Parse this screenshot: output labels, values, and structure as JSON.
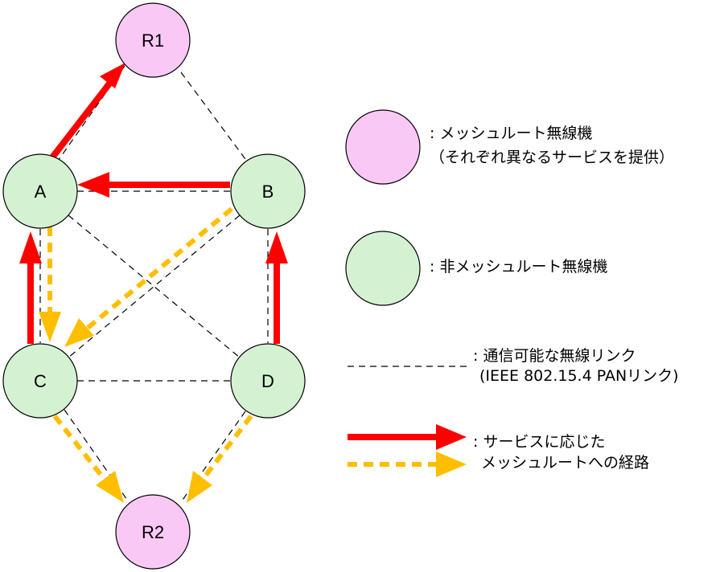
{
  "colors": {
    "root_fill": "#f9c8f5",
    "normal_fill": "#d4f2d2",
    "node_stroke": "#000000",
    "service_route": "#ff0000",
    "alt_route": "#ffbe00",
    "link": "#000000"
  },
  "nodes": {
    "r1": "R1",
    "a": "A",
    "b": "B",
    "c": "C",
    "d": "D",
    "r2": "R2"
  },
  "legend": {
    "root_line1": ": メッシュルート無線機",
    "root_line2": "（それぞれ異なるサービスを提供）",
    "normal": ": 非メッシュルート無線機",
    "link_line1": ": 通信可能な無線リンク",
    "link_line2": "(IEEE 802.15.4 PANリンク)",
    "route_line1": ": サービスに応じた",
    "route_line2": "メッシュルートへの経路"
  }
}
